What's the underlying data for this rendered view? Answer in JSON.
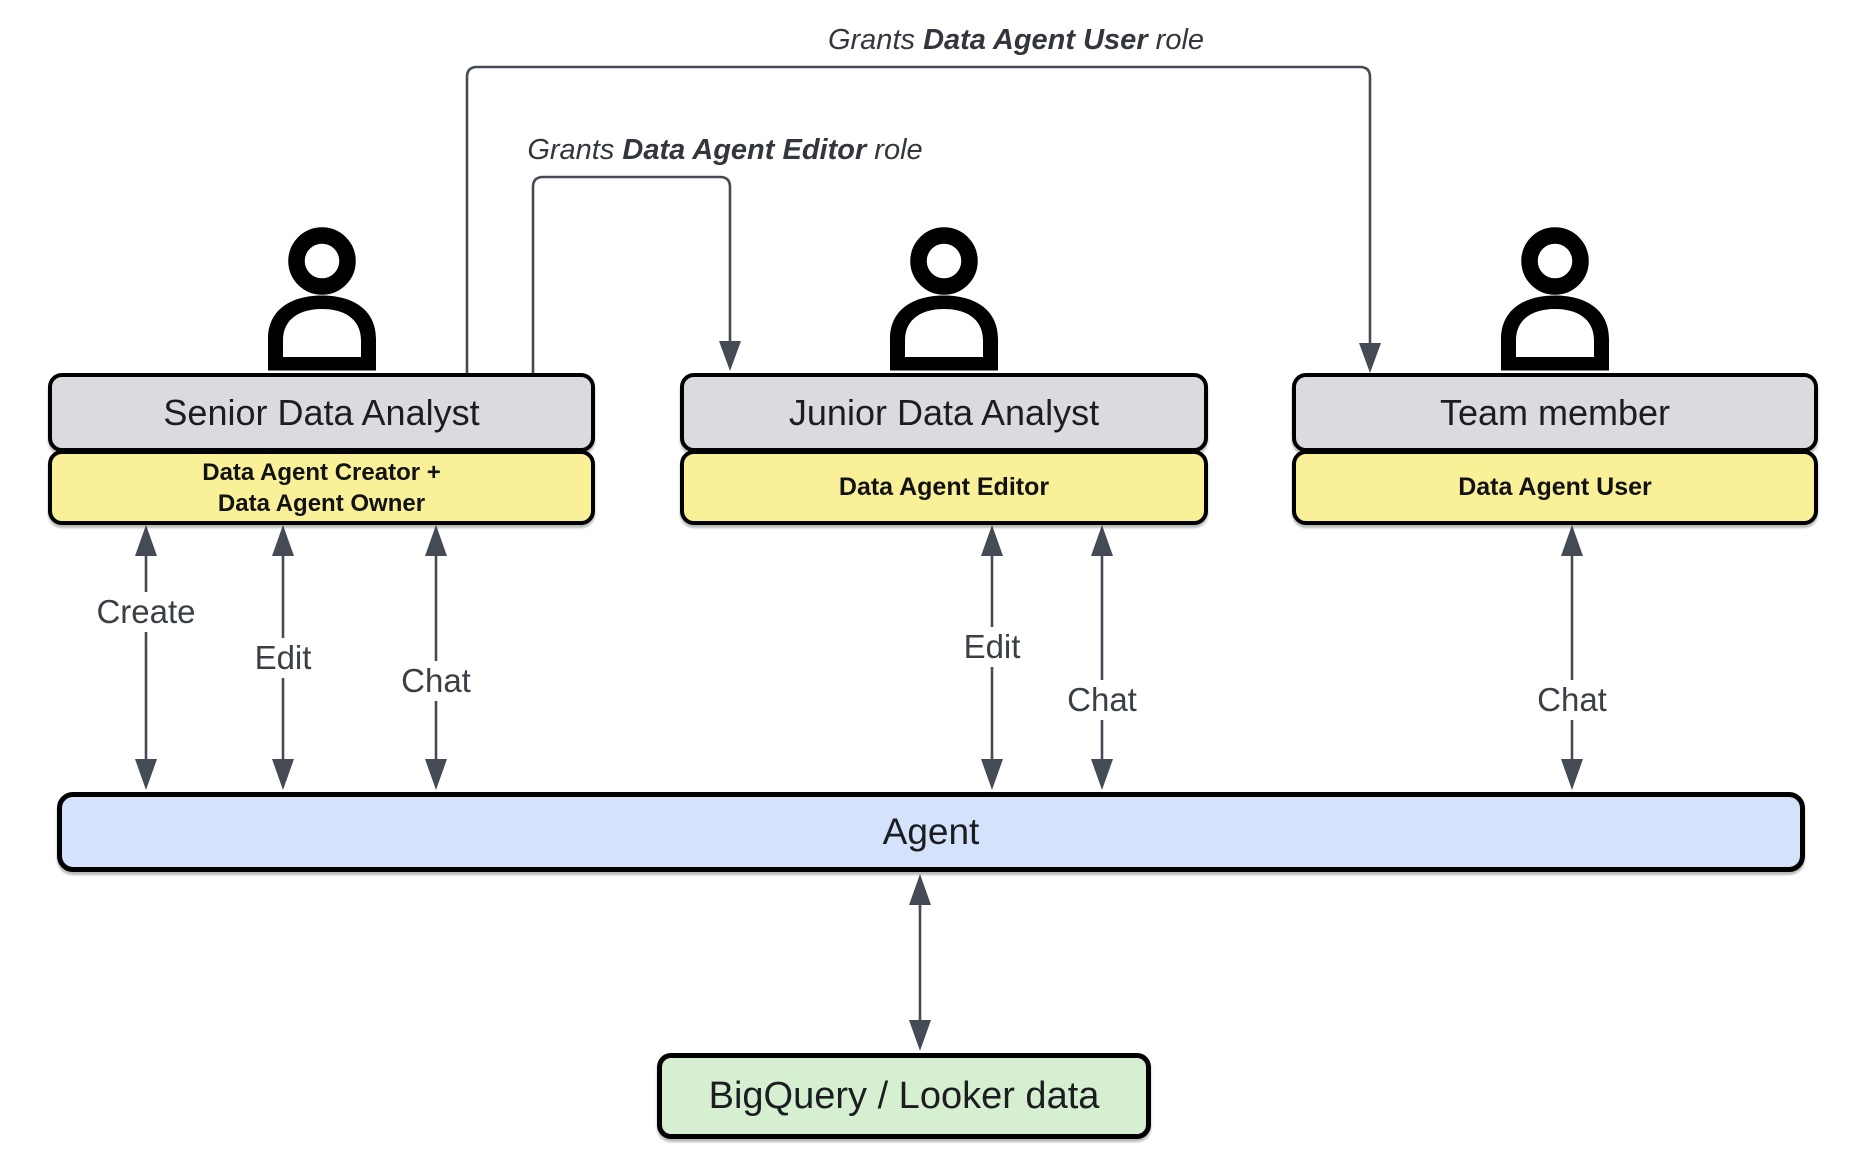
{
  "annotations": [
    {
      "prefix": "Grants ",
      "emphasis": "Data Agent User",
      "suffix": " role"
    },
    {
      "prefix": "Grants ",
      "emphasis": "Data Agent Editor",
      "suffix": " role"
    }
  ],
  "actors": [
    {
      "title": "Senior Data Analyst",
      "role_line1": "Data Agent Creator +",
      "role_line2": "Data Agent Owner"
    },
    {
      "title": "Junior Data Analyst",
      "role_line1": "Data Agent Editor",
      "role_line2": ""
    },
    {
      "title": "Team member",
      "role_line1": "Data Agent User",
      "role_line2": ""
    }
  ],
  "actions": [
    {
      "label": "Create"
    },
    {
      "label": "Edit"
    },
    {
      "label": "Chat"
    },
    {
      "label": "Edit"
    },
    {
      "label": "Chat"
    },
    {
      "label": "Chat"
    }
  ],
  "agent": {
    "label": "Agent"
  },
  "datasource": {
    "label": "BigQuery / Looker data"
  },
  "colors": {
    "actor_box": "#d9dbde",
    "role_box": "#faf098",
    "agent_bar": "#d4e3fb",
    "datasource_box": "#d5efd0",
    "connector": "#454b54"
  }
}
